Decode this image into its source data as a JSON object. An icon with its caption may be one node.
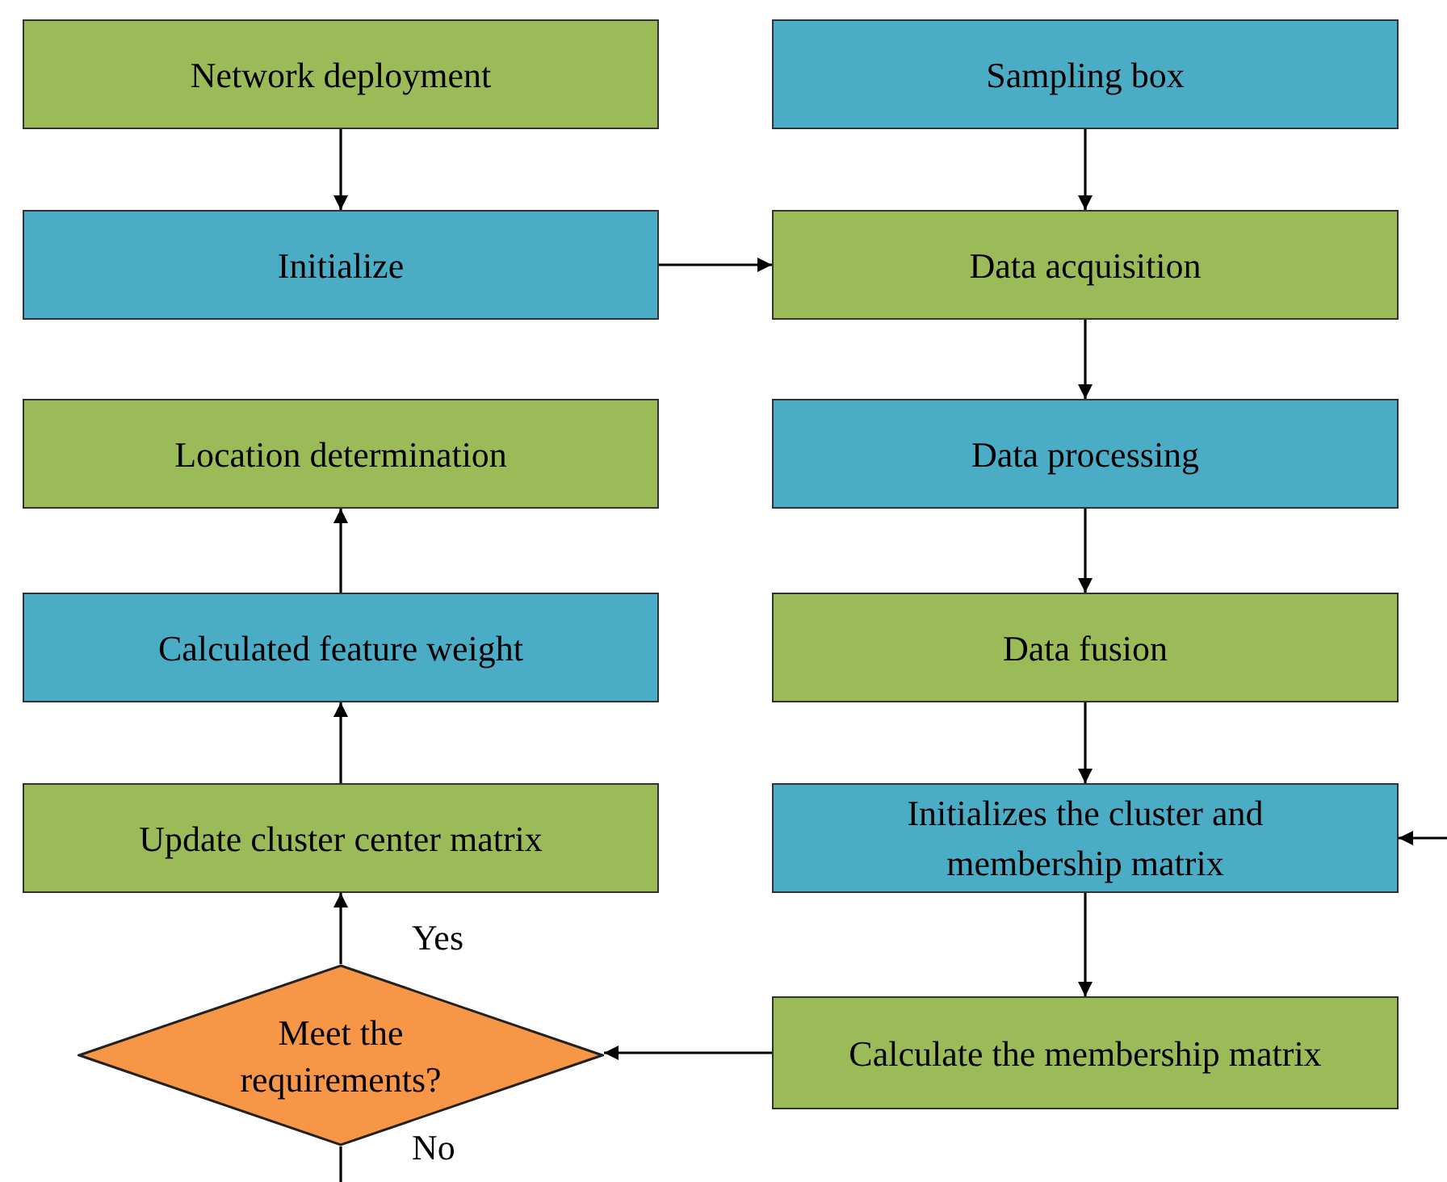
{
  "diagram": {
    "nodes": [
      {
        "text": [
          "Network deployment"
        ]
      },
      {
        "text": [
          "Sampling box"
        ]
      },
      {
        "text": [
          "Initialize"
        ]
      },
      {
        "text": [
          "Data acquisition"
        ]
      },
      {
        "text": [
          "Location determination"
        ]
      },
      {
        "text": [
          "Data processing"
        ]
      },
      {
        "text": [
          "Calculated feature weight"
        ]
      },
      {
        "text": [
          "Data fusion"
        ]
      },
      {
        "text": [
          "Update cluster center matrix"
        ]
      },
      {
        "text": [
          "Initializes the cluster and membership matrix"
        ]
      },
      {
        "text": [
          "Meet the requirements?"
        ]
      },
      {
        "text": [
          "Calculate the membership matrix"
        ]
      }
    ],
    "edges": [
      {
        "from": 0,
        "to": 2,
        "arrow": "to"
      },
      {
        "from": 1,
        "to": 3,
        "arrow": "to"
      },
      {
        "from": 2,
        "to": 3,
        "arrow": "to"
      },
      {
        "from": 3,
        "to": 5,
        "arrow": "to"
      },
      {
        "from": 5,
        "to": 7,
        "arrow": "to"
      },
      {
        "from": 7,
        "to": 9,
        "arrow": "to"
      },
      {
        "from": 9,
        "to": 11,
        "arrow": "to"
      },
      {
        "from": 11,
        "to": 10,
        "arrow": "to"
      },
      {
        "from": 10,
        "to": 8,
        "arrow": "to",
        "label": "Yes"
      },
      {
        "from": 8,
        "to": 6,
        "arrow": "to"
      },
      {
        "from": 6,
        "to": 4,
        "arrow": "to"
      },
      {
        "from": 10,
        "to": null,
        "arrow": "none",
        "label": "No"
      },
      {
        "from": null,
        "to": 9,
        "arrow": "to"
      }
    ]
  }
}
